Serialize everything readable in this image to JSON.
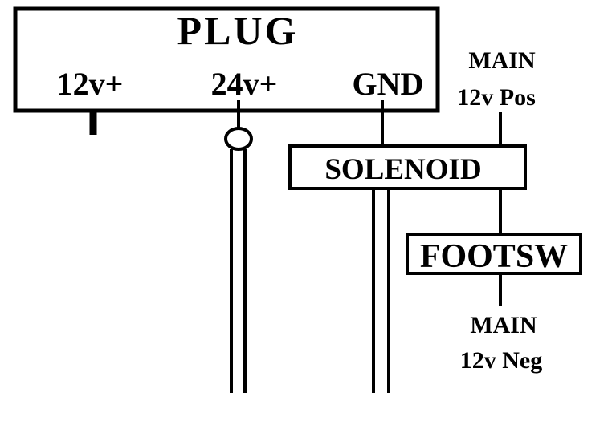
{
  "plug": {
    "title": "PLUG",
    "terminals": {
      "v12": "12v+",
      "v24": "24v+",
      "gnd": "GND"
    }
  },
  "solenoid": {
    "label": "SOLENOID"
  },
  "footswitch": {
    "label": "FOOTSW"
  },
  "main_pos": {
    "line1": "MAIN",
    "line2": "12v Pos"
  },
  "main_neg": {
    "line1": "MAIN",
    "line2": "12v Neg"
  },
  "colors": {
    "stroke": "#000000",
    "background": "#ffffff"
  }
}
